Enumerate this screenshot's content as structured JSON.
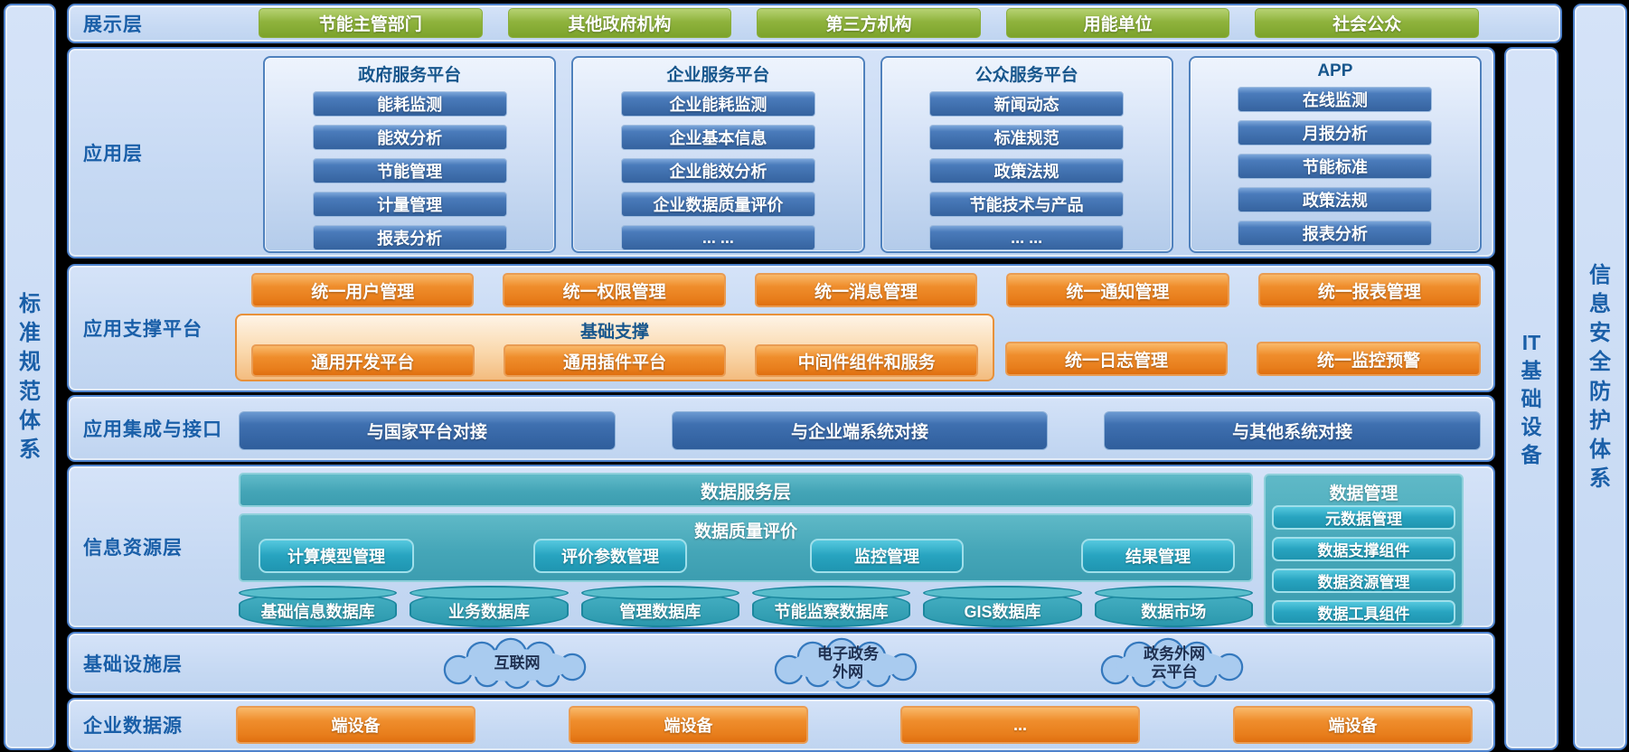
{
  "colors": {
    "background": "#000000",
    "layer_fill": "#C9DBF4",
    "layer_border": "#4E82CC",
    "label_text": "#1A5FA8",
    "green_node": "#8FB33D",
    "blue_node": "#35639F",
    "orange_node": "#EF8D2C",
    "teal_node": "#28A4C0",
    "base_panel_fill": "#FAD9AE"
  },
  "sidebars": {
    "left": {
      "label": "标准规范体系",
      "segments": [
        "标",
        "准",
        "规",
        "范",
        "体",
        "系"
      ]
    },
    "it": {
      "label": "IT基础设备",
      "segments": [
        "IT",
        "基",
        "础",
        "设",
        "备"
      ]
    },
    "right": {
      "label": "信息安全防护体系",
      "segments": [
        "信",
        "息",
        "安",
        "全",
        "防",
        "护",
        "体",
        "系"
      ]
    }
  },
  "layers": {
    "presentation": {
      "label": "展示层",
      "buttons": [
        "节能主管部门",
        "其他政府机构",
        "第三方机构",
        "用能单位",
        "社会公众"
      ]
    },
    "application": {
      "label": "应用层",
      "panels": [
        {
          "title": "政府服务平台",
          "items": [
            "能耗监测",
            "能效分析",
            "节能管理",
            "计量管理",
            "报表分析"
          ]
        },
        {
          "title": "企业服务平台",
          "items": [
            "企业能耗监测",
            "企业基本信息",
            "企业能效分析",
            "企业数据质量评价",
            "... ..."
          ]
        },
        {
          "title": "公众服务平台",
          "items": [
            "新闻动态",
            "标准规范",
            "政策法规",
            "节能技术与产品",
            "... ..."
          ]
        },
        {
          "title": "APP",
          "items": [
            "在线监测",
            "月报分析",
            "节能标准",
            "政策法规",
            "报表分析"
          ]
        }
      ]
    },
    "support": {
      "label": "应用支撑平台",
      "top_buttons": [
        "统一用户管理",
        "统一权限管理",
        "统一消息管理",
        "统一通知管理",
        "统一报表管理"
      ],
      "base_panel": {
        "title": "基础支撑",
        "items": [
          "通用开发平台",
          "通用插件平台",
          "中间件组件和服务"
        ]
      },
      "side_buttons": [
        "统一日志管理",
        "统一监控预警"
      ]
    },
    "integration": {
      "label": "应用集成与接口",
      "buttons": [
        "与国家平台对接",
        "与企业端系统对接",
        "与其他系统对接"
      ]
    },
    "resource": {
      "label": "信息资源层",
      "service_bar": "数据服务层",
      "quality_panel": {
        "title": "数据质量评价",
        "items": [
          "计算模型管理",
          "评价参数管理",
          "监控管理",
          "结果管理"
        ]
      },
      "databases": [
        "基础信息数据库",
        "业务数据库",
        "管理数据库",
        "节能监察数据库",
        "GIS数据库",
        "数据市场"
      ],
      "data_panel": {
        "title": "数据管理",
        "items": [
          "元数据管理",
          "数据支撑组件",
          "数据资源管理",
          "数据工具组件"
        ]
      }
    },
    "infrastructure": {
      "label": "基础设施层",
      "clouds": [
        {
          "line1": "互联网",
          "line2": ""
        },
        {
          "line1": "电子政务",
          "line2": "外网"
        },
        {
          "line1": "政务外网",
          "line2": "云平台"
        }
      ]
    },
    "datasource": {
      "label": "企业数据源",
      "buttons": [
        "端设备",
        "端设备",
        "...",
        "端设备"
      ]
    }
  }
}
